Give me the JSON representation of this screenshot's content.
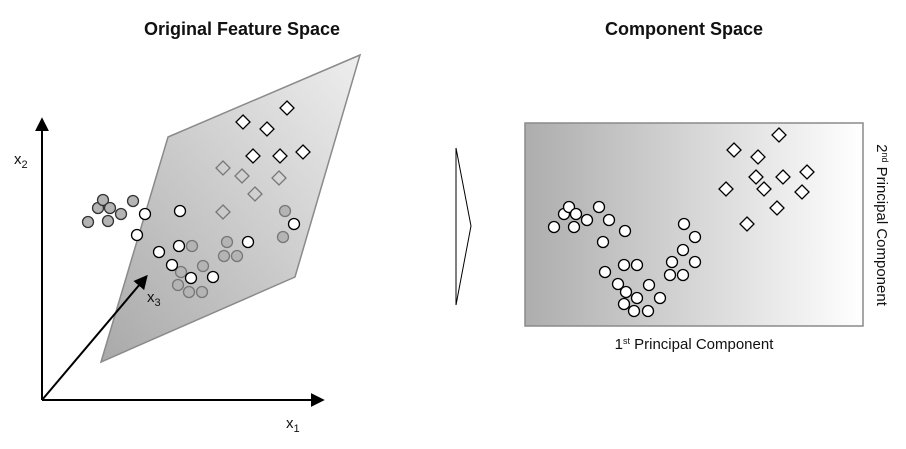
{
  "left_panel": {
    "title": "Original Feature Space",
    "axis_x1": {
      "base": "x",
      "sub": "1"
    },
    "axis_x2": {
      "base": "x",
      "sub": "2"
    },
    "axis_x3": {
      "base": "x",
      "sub": "3"
    }
  },
  "right_panel": {
    "title": "Component Space",
    "xlabel": {
      "num": "1",
      "sup": "st",
      "text": " Principal Component"
    },
    "ylabel": {
      "num": "2",
      "sup": "nd",
      "text": " Principal Component"
    }
  },
  "colors": {
    "plane": "#c8c8c8",
    "marker_gray": "#b4b4b4",
    "stroke": "#111111"
  }
}
